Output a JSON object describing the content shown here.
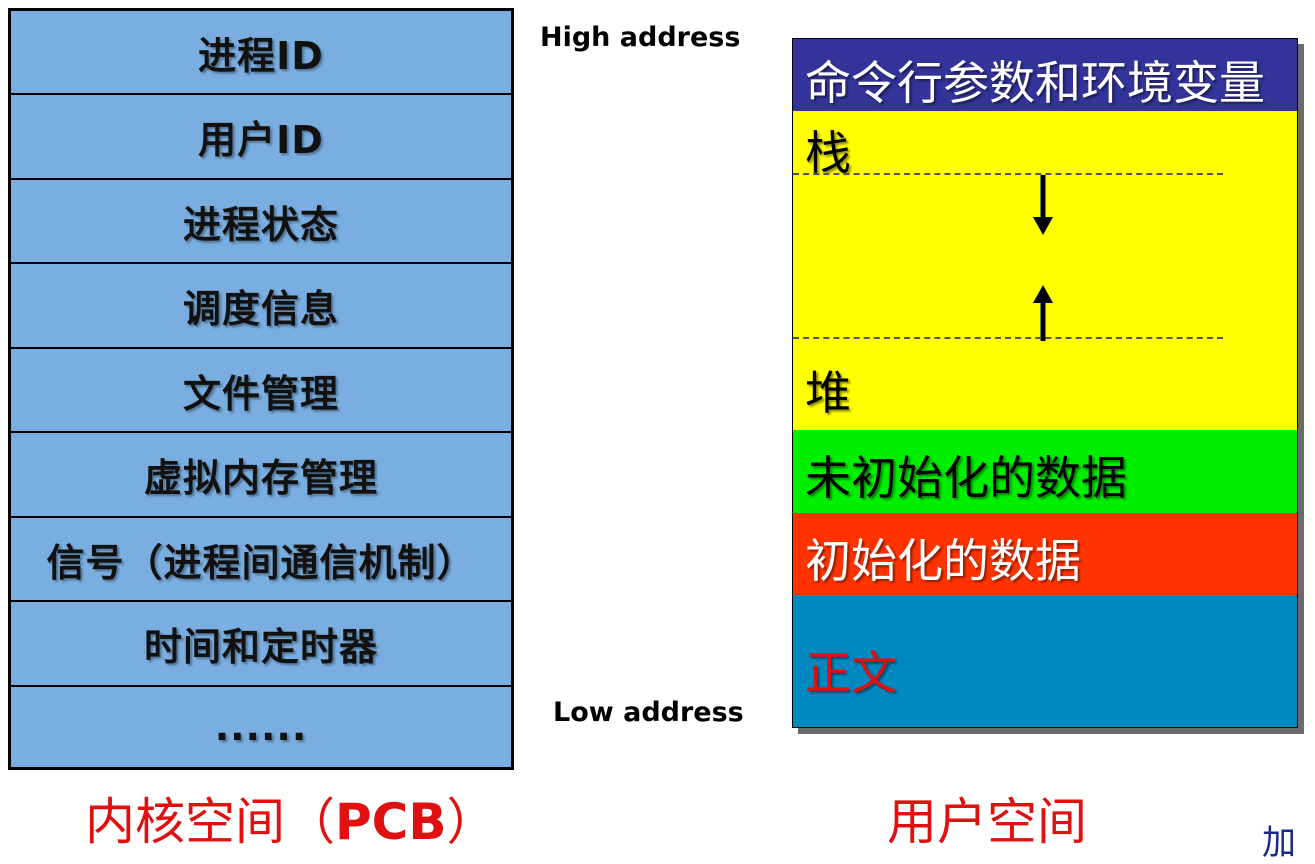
{
  "pcb": {
    "rows": [
      "进程ID",
      "用户ID",
      "进程状态",
      "调度信息",
      "文件管理",
      "虚拟内存管理",
      "信号（进程间通信机制）",
      "时间和定时器",
      "......"
    ],
    "caption_prefix": "内核空间（",
    "caption_bold": "PCB",
    "caption_suffix": "）"
  },
  "addresses": {
    "high": "High address",
    "low": "Low address"
  },
  "memory": {
    "args_env": "命令行参数和环境变量",
    "stack": "栈",
    "heap": "堆",
    "bss": "未初始化的数据",
    "data": "初始化的数据",
    "text": "正文",
    "caption": "用户空间"
  },
  "colors": {
    "pcb_fill": "#7aaee0",
    "args_env": "#333399",
    "stack_heap": "#ffff00",
    "bss": "#00ee00",
    "data": "#ff3300",
    "text_segment": "#0088c0",
    "caption": "#e01010"
  },
  "icons": {
    "stack_growth": "arrow-down-icon",
    "heap_growth": "arrow-up-icon"
  },
  "corner_text": "加"
}
